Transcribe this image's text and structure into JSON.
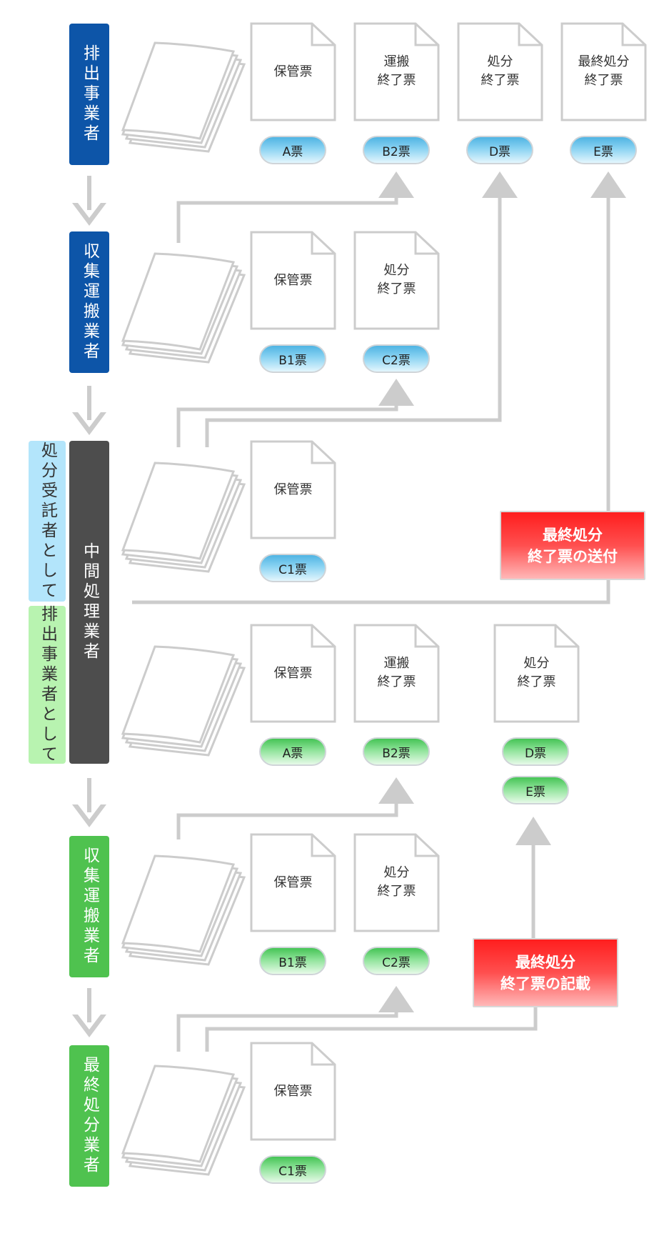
{
  "actors": {
    "haishutsu": "排出事業者",
    "shushu_1": "収集運搬業者",
    "chukan": "中間処理業者",
    "jutakusha_toshite": "処分受託者として",
    "haishutsu_toshite": "排出事業者として",
    "shushu_2": "収集運搬業者",
    "saishu": "最終処分業者"
  },
  "documents": {
    "hokan": "保管票",
    "unpan_shuryo": "運搬\n終了票",
    "shobun_shuryo": "処分\n終了票",
    "saishu_shobun_shuryo": "最終処分\n終了票"
  },
  "slips": {
    "a": "A票",
    "b1": "B1票",
    "b2": "B2票",
    "c1": "C1票",
    "c2": "C2票",
    "d": "D票",
    "e": "E票"
  },
  "notes": {
    "sofu": "最終処分\n終了票の送付",
    "kisai": "最終処分\n終了票の記載"
  },
  "colors": {
    "actor_blue": "#0d55a8",
    "actor_dark": "#4d4d4d",
    "actor_green": "#4fc24f",
    "sub_light_blue": "#b3e5fb",
    "sub_light_green": "#b8f3b0",
    "connector_gray": "#cccccc",
    "note_red": "#ff2a2a"
  }
}
